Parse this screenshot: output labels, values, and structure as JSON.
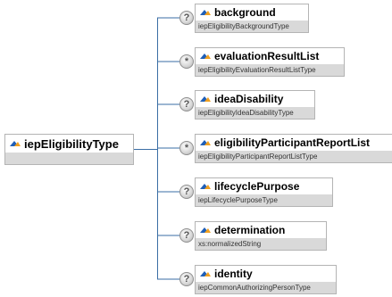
{
  "root": {
    "name": "iepEligibilityType"
  },
  "children": [
    {
      "name": "background",
      "type": "iepEligibilityBackgroundType",
      "occurrence": "?"
    },
    {
      "name": "evaluationResultList",
      "type": "iepEligibilityEvaluationResultListType",
      "occurrence": "*"
    },
    {
      "name": "ideaDisability",
      "type": "iepEligibilityIdeaDisabilityType",
      "occurrence": "?"
    },
    {
      "name": "eligibilityParticipantReportList",
      "type": "iepEligibilityParticipantReportListType",
      "occurrence": "*"
    },
    {
      "name": "lifecyclePurpose",
      "type": "iepLifecyclePurposeType",
      "occurrence": "?"
    },
    {
      "name": "determination",
      "type": "xs:normalizedString",
      "occurrence": "?"
    },
    {
      "name": "identity",
      "type": "iepCommonAuthorizingPersonType",
      "occurrence": "?"
    }
  ],
  "colors": {
    "icon_blue": "#1f5fb8",
    "icon_orange": "#f0a020",
    "connector": "#3a6ea5",
    "type_bar": "#d9d9d9"
  }
}
